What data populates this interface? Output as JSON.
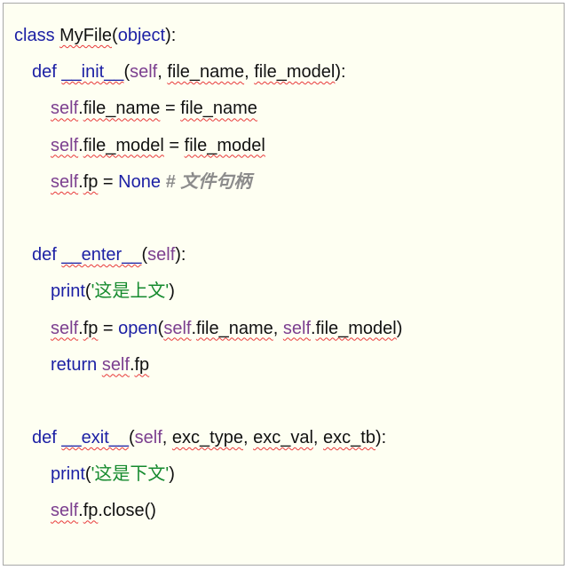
{
  "code": {
    "language": "python",
    "lines": [
      {
        "indent": 0,
        "tokens": [
          {
            "t": "class",
            "c": "kw"
          },
          {
            "t": " "
          },
          {
            "t": "MyFile",
            "u": true
          },
          {
            "t": "("
          },
          {
            "t": "object",
            "c": "kw"
          },
          {
            "t": "):"
          }
        ]
      },
      {
        "indent": 1,
        "tokens": [
          {
            "t": "def",
            "c": "kw"
          },
          {
            "t": " "
          },
          {
            "t": "__init__",
            "c": "kw",
            "u": true
          },
          {
            "t": "("
          },
          {
            "t": "self",
            "c": "slf"
          },
          {
            "t": ", "
          },
          {
            "t": "file_name",
            "u": true
          },
          {
            "t": ", "
          },
          {
            "t": "file_model",
            "u": true
          },
          {
            "t": "):"
          }
        ]
      },
      {
        "indent": 2,
        "tokens": [
          {
            "t": "self",
            "c": "slf",
            "u": true
          },
          {
            "t": "."
          },
          {
            "t": "file_name",
            "u": true
          },
          {
            "t": " = "
          },
          {
            "t": "file_name",
            "u": true
          }
        ]
      },
      {
        "indent": 2,
        "tokens": [
          {
            "t": "self",
            "c": "slf",
            "u": true
          },
          {
            "t": "."
          },
          {
            "t": "file_model",
            "u": true
          },
          {
            "t": " = "
          },
          {
            "t": "file_model",
            "u": true
          }
        ]
      },
      {
        "indent": 2,
        "tokens": [
          {
            "t": "self",
            "c": "slf",
            "u": true
          },
          {
            "t": "."
          },
          {
            "t": "fp",
            "u": true
          },
          {
            "t": " = "
          },
          {
            "t": "None",
            "c": "kw"
          },
          {
            "t": " "
          },
          {
            "t": "# 文件句柄",
            "c": "cm"
          }
        ]
      },
      {
        "indent": 0,
        "tokens": []
      },
      {
        "indent": 1,
        "tokens": [
          {
            "t": "def",
            "c": "kw"
          },
          {
            "t": " "
          },
          {
            "t": "__enter__",
            "c": "kw",
            "u": true
          },
          {
            "t": "("
          },
          {
            "t": "self",
            "c": "slf"
          },
          {
            "t": "):"
          }
        ]
      },
      {
        "indent": 2,
        "tokens": [
          {
            "t": "print",
            "c": "kw"
          },
          {
            "t": "("
          },
          {
            "t": "'这是上文'",
            "c": "str"
          },
          {
            "t": ")"
          }
        ]
      },
      {
        "indent": 2,
        "tokens": [
          {
            "t": "self",
            "c": "slf",
            "u": true
          },
          {
            "t": "."
          },
          {
            "t": "fp",
            "u": true
          },
          {
            "t": " = "
          },
          {
            "t": "open",
            "c": "kw"
          },
          {
            "t": "("
          },
          {
            "t": "self",
            "c": "slf",
            "u": true
          },
          {
            "t": "."
          },
          {
            "t": "file_name",
            "u": true
          },
          {
            "t": ", "
          },
          {
            "t": "self",
            "c": "slf",
            "u": true
          },
          {
            "t": "."
          },
          {
            "t": "file_model",
            "u": true
          },
          {
            "t": ")"
          }
        ]
      },
      {
        "indent": 2,
        "tokens": [
          {
            "t": "return",
            "c": "kw"
          },
          {
            "t": " "
          },
          {
            "t": "self",
            "c": "slf",
            "u": true
          },
          {
            "t": "."
          },
          {
            "t": "fp",
            "u": true
          }
        ]
      },
      {
        "indent": 0,
        "tokens": []
      },
      {
        "indent": 1,
        "tokens": [
          {
            "t": "def",
            "c": "kw"
          },
          {
            "t": " "
          },
          {
            "t": "__exit__",
            "c": "kw",
            "u": true
          },
          {
            "t": "("
          },
          {
            "t": "self",
            "c": "slf"
          },
          {
            "t": ", "
          },
          {
            "t": "exc_type",
            "u": true
          },
          {
            "t": ", "
          },
          {
            "t": "exc_val",
            "u": true
          },
          {
            "t": ", "
          },
          {
            "t": "exc_tb",
            "u": true
          },
          {
            "t": "):"
          }
        ]
      },
      {
        "indent": 2,
        "tokens": [
          {
            "t": "print",
            "c": "kw"
          },
          {
            "t": "("
          },
          {
            "t": "'这是下文'",
            "c": "str"
          },
          {
            "t": ")"
          }
        ]
      },
      {
        "indent": 2,
        "tokens": [
          {
            "t": "self",
            "c": "slf",
            "u": true
          },
          {
            "t": "."
          },
          {
            "t": "fp",
            "u": true
          },
          {
            "t": ".close()"
          }
        ]
      }
    ]
  },
  "colors": {
    "keyword": "#1b1fa4",
    "self": "#7c3f8f",
    "string": "#158a2e",
    "comment": "#8c8c8c",
    "background": "#fefff2",
    "border": "#a8a8a8",
    "spellcheck_underline": "#e83a3a"
  }
}
